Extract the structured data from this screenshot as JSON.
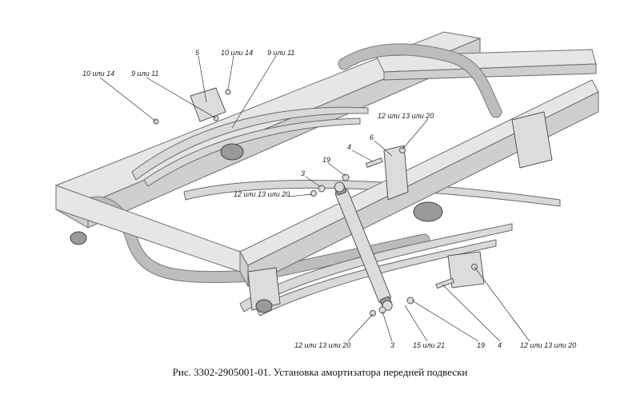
{
  "caption": "Рис. 3302-2905001-01. Установка амортизатора передней подвески",
  "callouts": {
    "c1": "10 или 14",
    "c2": "9 или 11",
    "c3": "5",
    "c4": "10 или 14",
    "c5": "9 или 11",
    "c6": "12 или 13 или 20",
    "c7": "6",
    "c8": "4",
    "c9": "19",
    "c10": "3",
    "c11": "12 или 13 или 20",
    "c12": "12 или 13 или 20",
    "c13": "3",
    "c14": "15 или 21",
    "c15": "19",
    "c16": "4",
    "c17": "12 или 13 или 20"
  }
}
